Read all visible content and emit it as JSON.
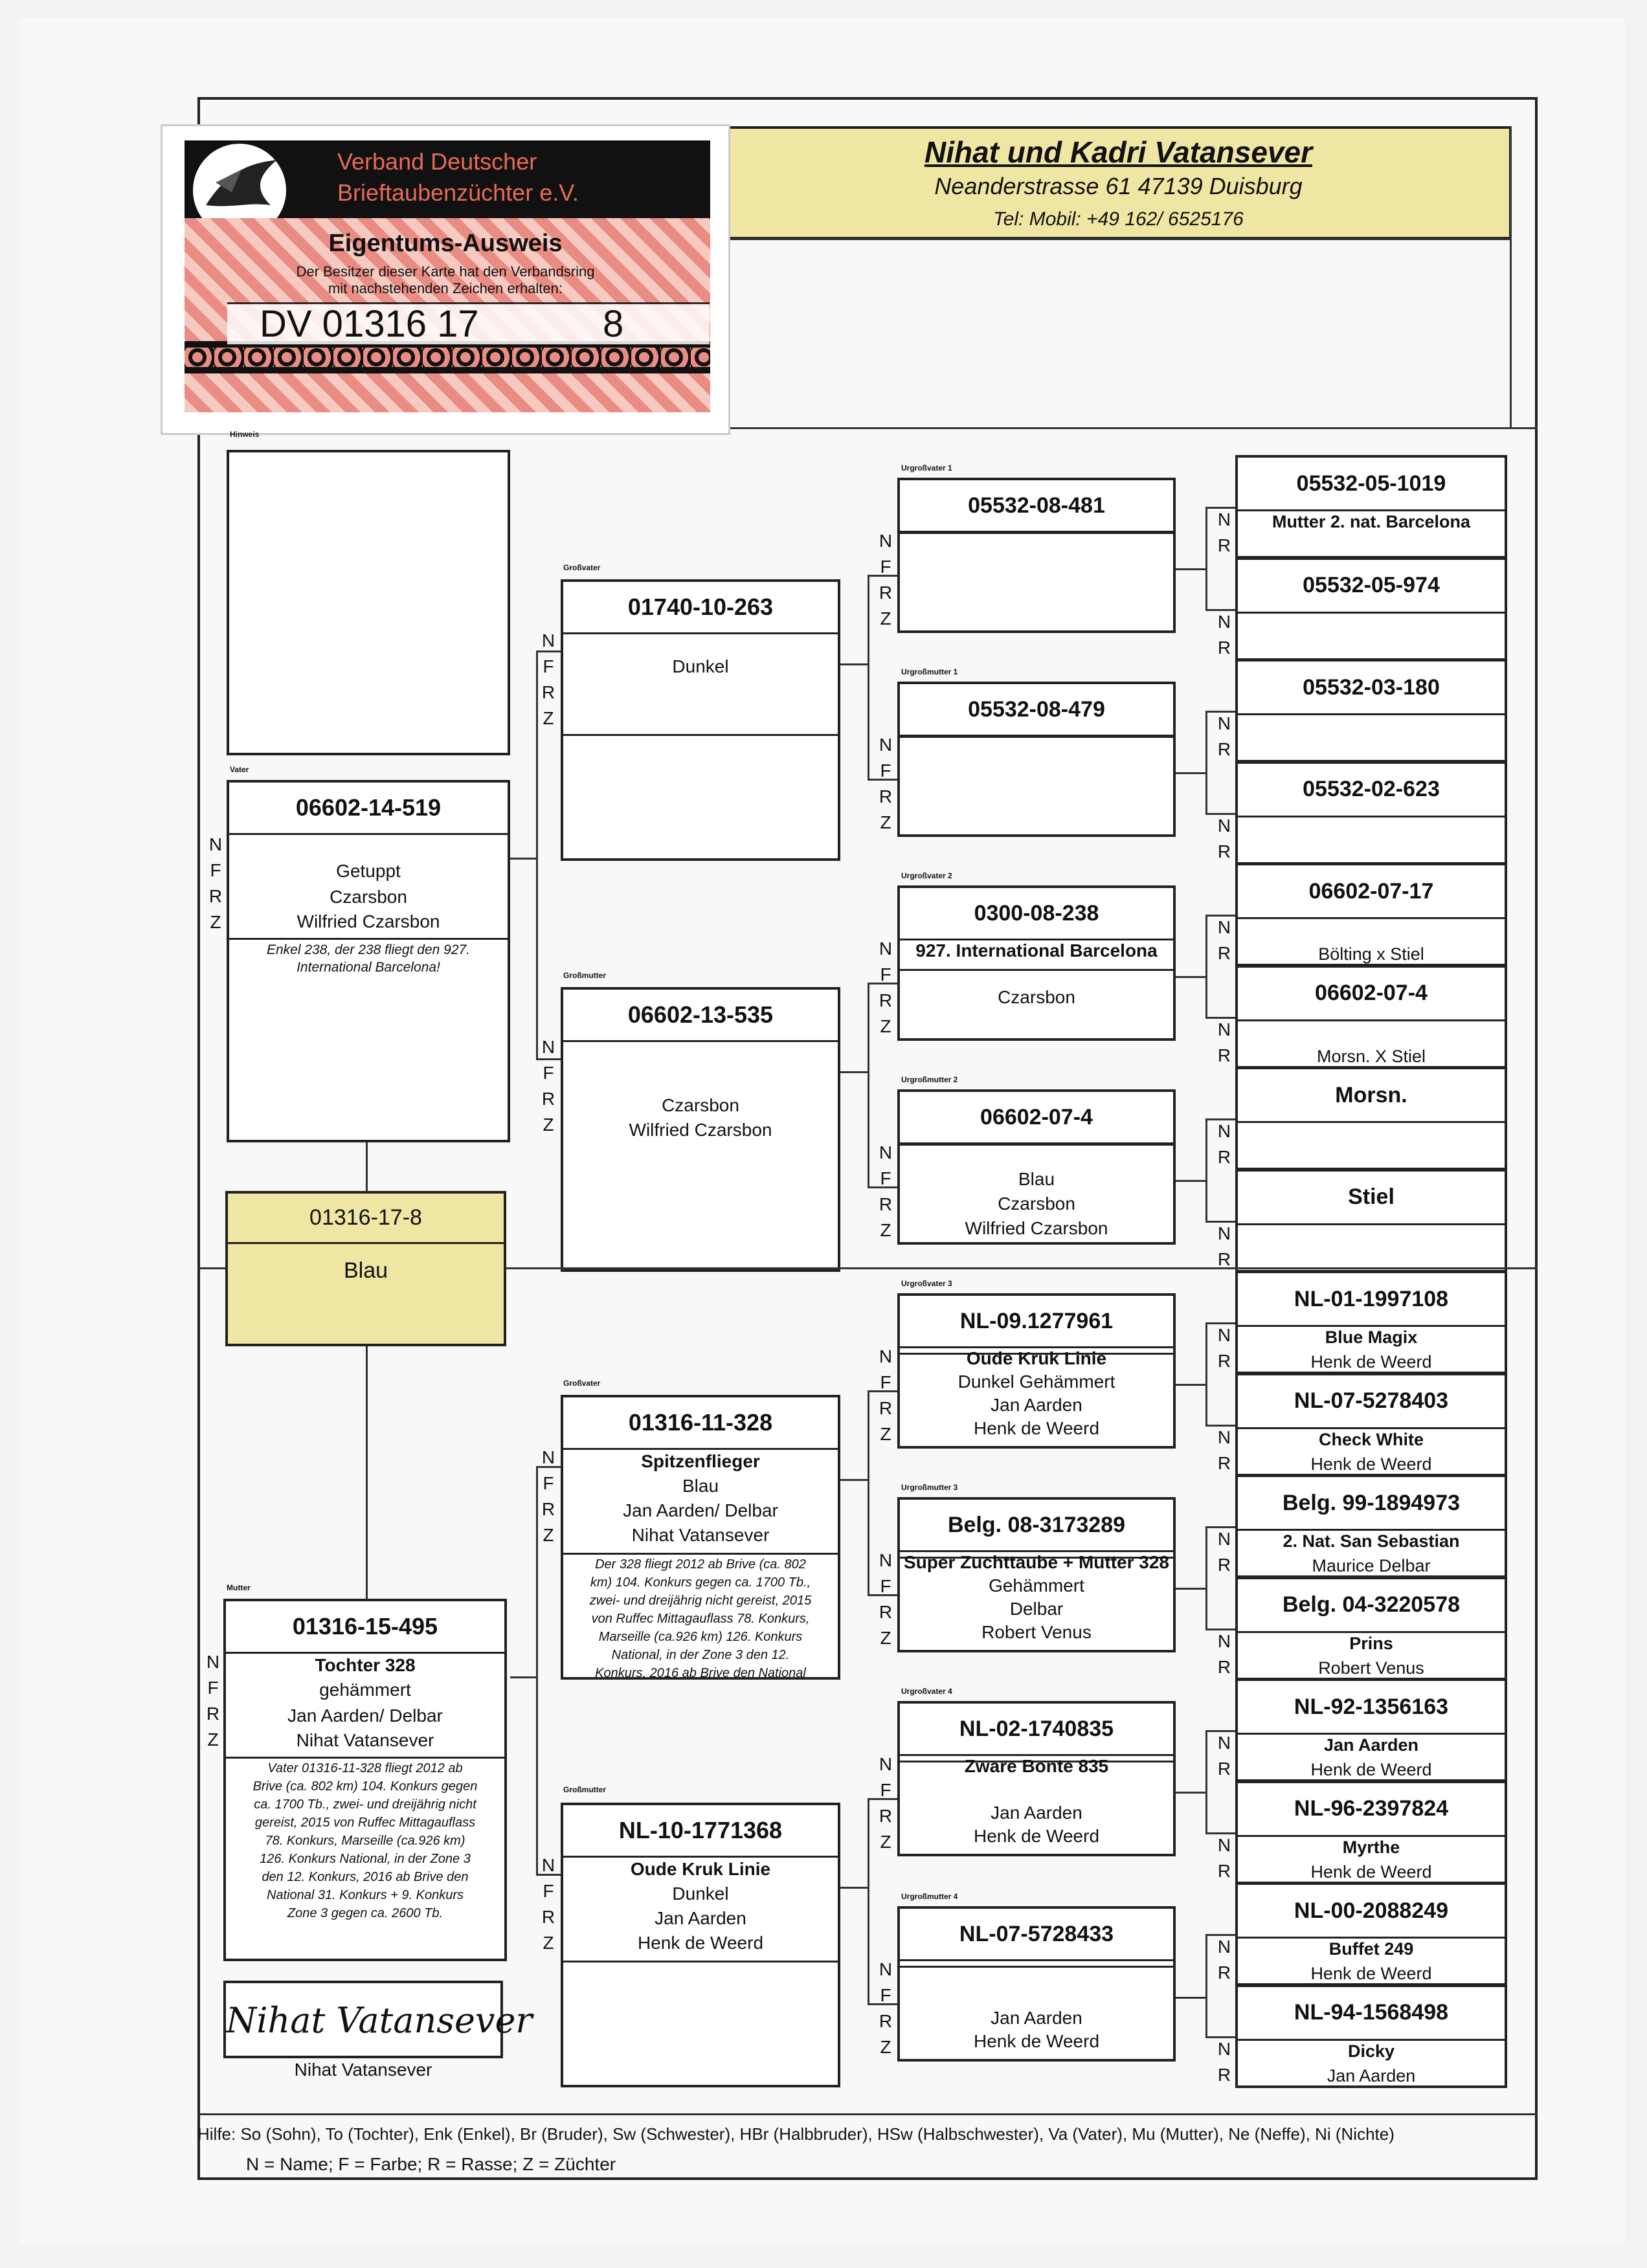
{
  "card": {
    "org_line1": "Verband Deutscher",
    "org_line2": "Brieftaubenzüchter e.V.",
    "title": "Eigentums-Ausweis",
    "text_line1": "Der Besitzer dieser Karte hat den Verbandsring",
    "text_line2": "mit nachstehenden Zeichen erhalten:",
    "ring": "DV 01316 17",
    "ring_suffix": "8"
  },
  "header": {
    "name": "Nihat und Kadri Vatansever",
    "address": "Neanderstrasse 61 47139 Duisburg",
    "tel": "Tel:  Mobil: +49 162/ 6525176"
  },
  "labels": {
    "hinweis": "Hinweis",
    "vater": "Vater",
    "mutter": "Mutter",
    "grossvater": "Großvater",
    "grossmutter": "Großmutter",
    "ugv1": "Urgroßvater 1",
    "ugm1": "Urgroßmutter 1",
    "ugv2": "Urgroßvater 2",
    "ugm2": "Urgroßmutter 2",
    "ugv3": "Urgroßvater 3",
    "ugm3": "Urgroßmutter 3",
    "ugv4": "Urgroßvater 4",
    "ugm4": "Urgroßmutter 4"
  },
  "subject": {
    "ring": "01316-17-8",
    "color": "Blau"
  },
  "vater": {
    "ring": "06602-14-519",
    "lines": [
      "Getuppt",
      "Czarsbon",
      "Wilfried Czarsbon"
    ],
    "note": [
      "Enkel 238, der 238 fliegt den 927.",
      "International Barcelona!"
    ]
  },
  "mutter": {
    "ring": "01316-15-495",
    "lines": [
      "Tochter 328",
      "gehämmert",
      "Jan Aarden/ Delbar",
      "Nihat Vatansever"
    ],
    "note": [
      "Vater 01316-11-328 fliegt 2012 ab",
      "Brive (ca. 802 km) 104. Konkurs gegen",
      "ca. 1700 Tb., zwei- und dreijährig nicht",
      "gereist, 2015 von Ruffec Mittagauflass",
      "78. Konkurs, Marseille (ca.926 km)",
      "126. Konkurs National, in der Zone 3",
      "den 12. Konkurs, 2016 ab Brive den",
      "National 31. Konkurs + 9. Konkurs",
      "Zone 3 gegen ca. 2600 Tb."
    ]
  },
  "gv1": {
    "ring": "01740-10-263",
    "lines": [
      "Dunkel"
    ]
  },
  "gm1": {
    "ring": "06602-13-535",
    "lines": [
      "Czarsbon",
      "Wilfried Czarsbon"
    ]
  },
  "gv2": {
    "ring": "01316-11-328",
    "lines": [
      "Spitzenflieger",
      "Blau",
      "Jan Aarden/ Delbar",
      "Nihat Vatansever"
    ],
    "note": [
      "Der 328 fliegt 2012 ab Brive (ca. 802",
      "km) 104. Konkurs gegen ca. 1700 Tb.,",
      "zwei- und dreijährig nicht gereist, 2015",
      "von Ruffec Mittagauflass 78. Konkurs,",
      "Marseille (ca.926 km) 126. Konkurs",
      "National, in der Zone 3 den 12.",
      "Konkurs, 2016 ab Brive den National"
    ]
  },
  "gm2": {
    "ring": "NL-10-1771368",
    "lines": [
      "Oude Kruk Linie",
      "Dunkel",
      "Jan Aarden",
      "Henk de Weerd"
    ]
  },
  "ug1": {
    "ring": "05532-08-481",
    "lines": []
  },
  "ug2": {
    "ring": "05532-08-479",
    "lines": []
  },
  "ug3": {
    "ring": "0300-08-238",
    "lines": [
      "927. International Barcelona",
      "",
      "Czarsbon"
    ]
  },
  "ug4": {
    "ring": "06602-07-4",
    "lines": [
      "",
      "Blau",
      "Czarsbon",
      "Wilfried Czarsbon"
    ]
  },
  "ug5": {
    "ring": "NL-09.1277961",
    "lines": [
      "Oude Kruk Linie",
      "Dunkel Gehämmert",
      "Jan Aarden",
      "Henk de Weerd"
    ]
  },
  "ug6": {
    "ring": "Belg. 08-3173289",
    "lines": [
      "Super Zuchttaube + Mutter 328",
      "Gehämmert",
      "Delbar",
      "Robert Venus"
    ]
  },
  "ug7": {
    "ring": "NL-02-1740835",
    "lines": [
      "Zware Bonte 835",
      "",
      "Jan Aarden",
      "Henk de Weerd"
    ]
  },
  "ug8": {
    "ring": "NL-07-5728433",
    "lines": [
      "",
      "",
      "Jan Aarden",
      "Henk de Weerd"
    ]
  },
  "uu": [
    {
      "ring": "05532-05-1019",
      "l1": "Mutter 2. nat. Barcelona",
      "l2": ""
    },
    {
      "ring": "05532-05-974",
      "l1": "",
      "l2": ""
    },
    {
      "ring": "05532-03-180",
      "l1": "",
      "l2": ""
    },
    {
      "ring": "05532-02-623",
      "l1": "",
      "l2": ""
    },
    {
      "ring": "06602-07-17",
      "l1": "",
      "l2": "Bölting x Stiel"
    },
    {
      "ring": "06602-07-4",
      "l1": "",
      "l2": "Morsn. X Stiel"
    },
    {
      "ring": "Morsn.",
      "l1": "",
      "l2": ""
    },
    {
      "ring": "Stiel",
      "l1": "",
      "l2": ""
    },
    {
      "ring": "NL-01-1997108",
      "l1": "Blue Magix",
      "l2": "Henk de Weerd"
    },
    {
      "ring": "NL-07-5278403",
      "l1": "Check White",
      "l2": "Henk de Weerd"
    },
    {
      "ring": "Belg. 99-1894973",
      "l1": "2. Nat. San Sebastian",
      "l2": "Maurice Delbar"
    },
    {
      "ring": "Belg. 04-3220578",
      "l1": "Prins",
      "l2": "Robert Venus"
    },
    {
      "ring": "NL-92-1356163",
      "l1": "Jan Aarden",
      "l2": "Henk de Weerd"
    },
    {
      "ring": "NL-96-2397824",
      "l1": "Myrthe",
      "l2": "Henk de Weerd"
    },
    {
      "ring": "NL-00-2088249",
      "l1": "Buffet 249",
      "l2": "Henk de Weerd"
    },
    {
      "ring": "NL-94-1568498",
      "l1": "Dicky",
      "l2": "Jan Aarden"
    }
  ],
  "signature": {
    "script": "Nihat Vatansever",
    "printed": "Nihat Vatansever"
  },
  "footer": {
    "line1": "Hilfe: So (Sohn), To (Tochter), Enk (Enkel), Br (Bruder), Sw (Schwester), HBr (Halbbruder), HSw (Halbschwester), Va (Vater), Mu (Mutter), Ne (Neffe), Ni (Nichte)",
    "line2": "N = Name; F = Farbe; R = Rasse; Z = Züchter"
  },
  "colors": {
    "yellow": "#efe6a3",
    "card_red": "#e98c84",
    "card_pink": "#f6c9c1",
    "card_black": "#111111"
  }
}
